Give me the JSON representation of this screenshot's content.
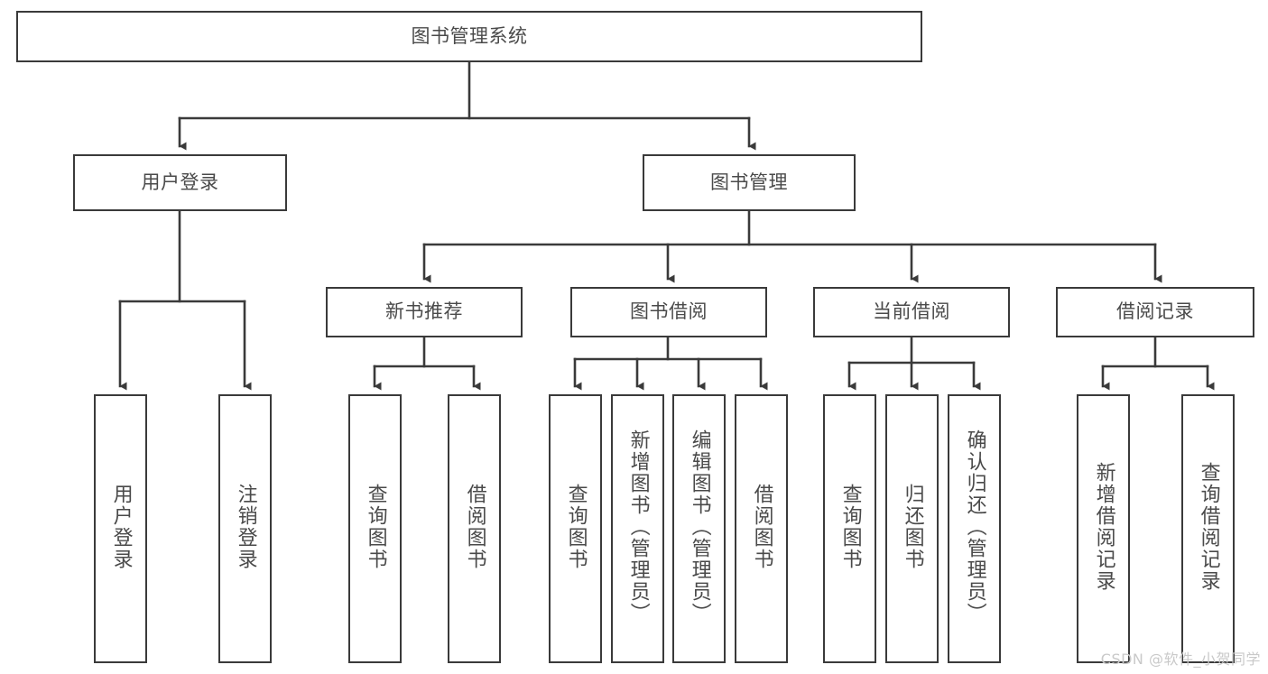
{
  "diagram": {
    "title": "图书管理系统",
    "type": "tree",
    "colors": {
      "box_border": "#3a3a3a",
      "box_fill": "#ffffff",
      "text": "#4a4a4a",
      "connector": "#3a3a3a",
      "watermark": "#c9c9c9"
    },
    "root": {
      "label": "图书管理系统"
    },
    "level1": [
      {
        "label": "用户登录"
      },
      {
        "label": "图书管理"
      }
    ],
    "level2": [
      {
        "label": "新书推荐"
      },
      {
        "label": "图书借阅"
      },
      {
        "label": "当前借阅"
      },
      {
        "label": "借阅记录"
      }
    ],
    "leaves": {
      "user_login": [
        {
          "label": "用户登录"
        },
        {
          "label": "注销登录"
        }
      ],
      "new_book": [
        {
          "label": "查询图书"
        },
        {
          "label": "借阅图书"
        }
      ],
      "book_borrow": [
        {
          "label": "查询图书"
        },
        {
          "label": "新增图书（管理员）"
        },
        {
          "label": "编辑图书（管理员）"
        },
        {
          "label": "借阅图书"
        }
      ],
      "current_borrow": [
        {
          "label": "查询图书"
        },
        {
          "label": "归还图书"
        },
        {
          "label": "确认归还（管理员）"
        }
      ],
      "borrow_record": [
        {
          "label": "新增借阅记录"
        },
        {
          "label": "查询借阅记录"
        }
      ]
    }
  },
  "watermark": {
    "text": "CSDN @软件_小贺同学"
  }
}
